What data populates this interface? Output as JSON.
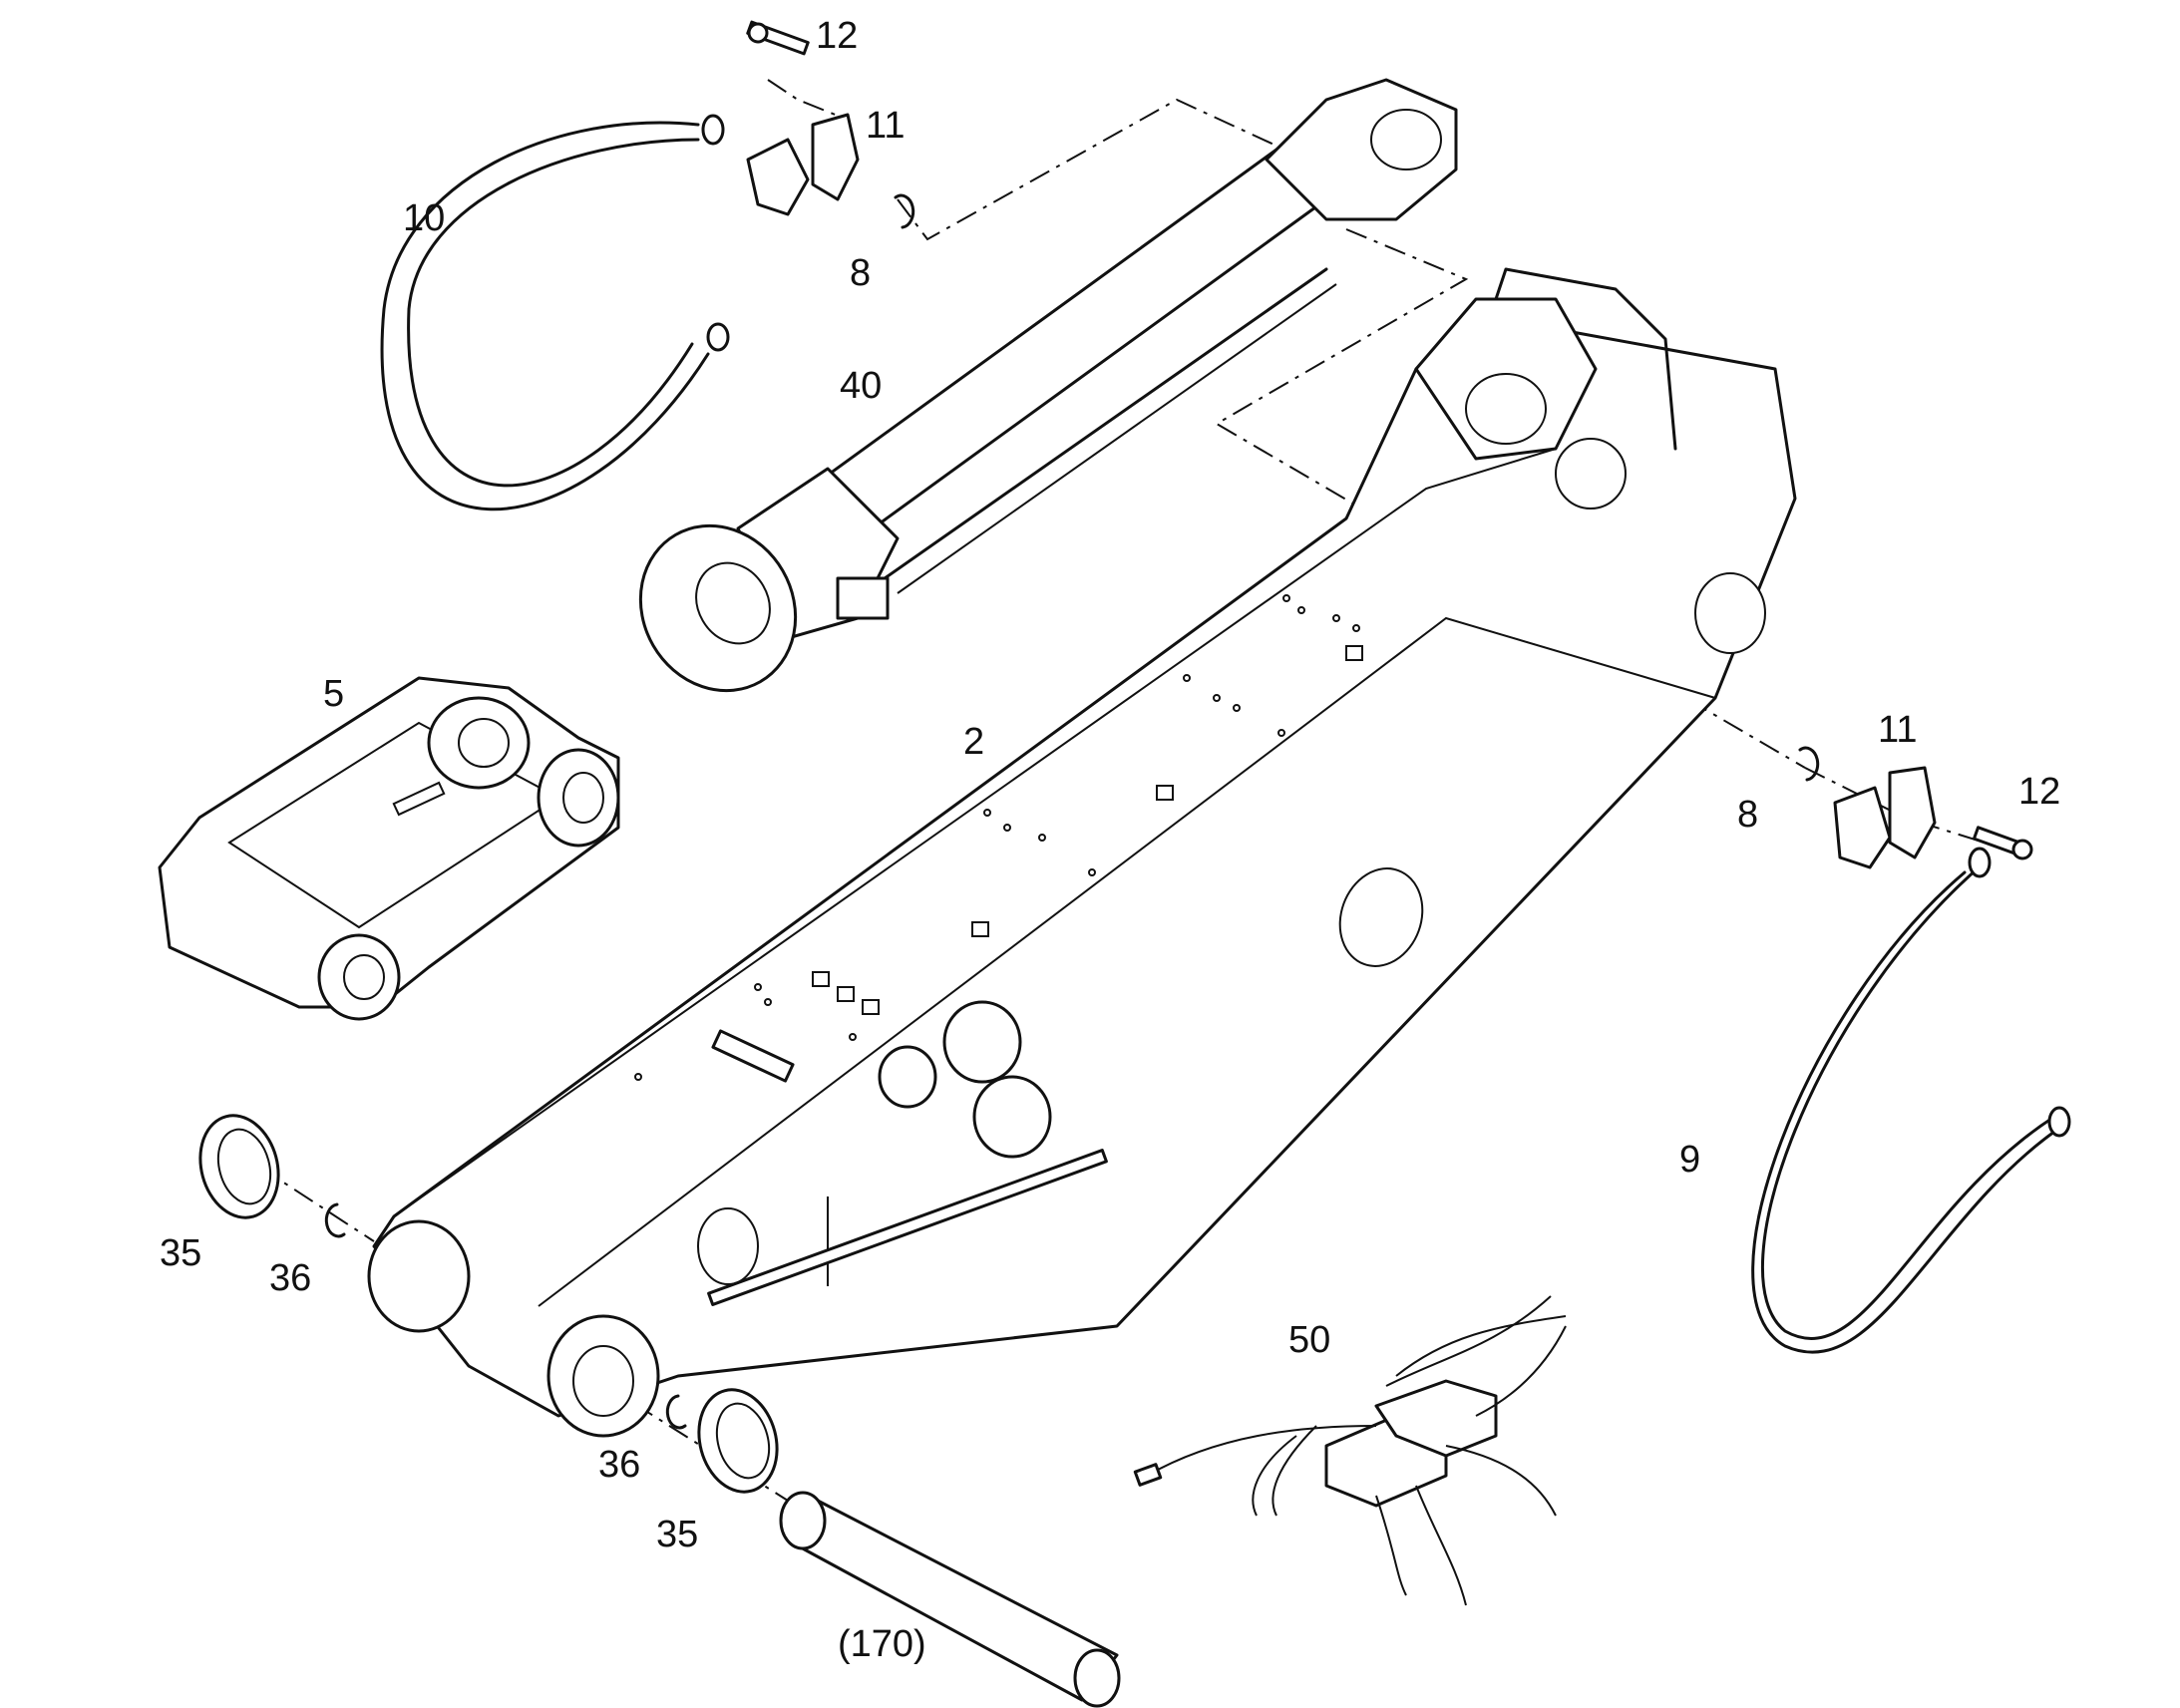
{
  "callouts": {
    "c12a": "12",
    "c11a": "11",
    "c10": "10",
    "c8a": "8",
    "c40": "40",
    "c5": "5",
    "c2": "2",
    "c11b": "11",
    "c8b": "8",
    "c12b": "12",
    "c9": "9",
    "c35a": "35",
    "c36a": "36",
    "c50": "50",
    "c36b": "36",
    "c35b": "35",
    "c170": "(170)"
  }
}
